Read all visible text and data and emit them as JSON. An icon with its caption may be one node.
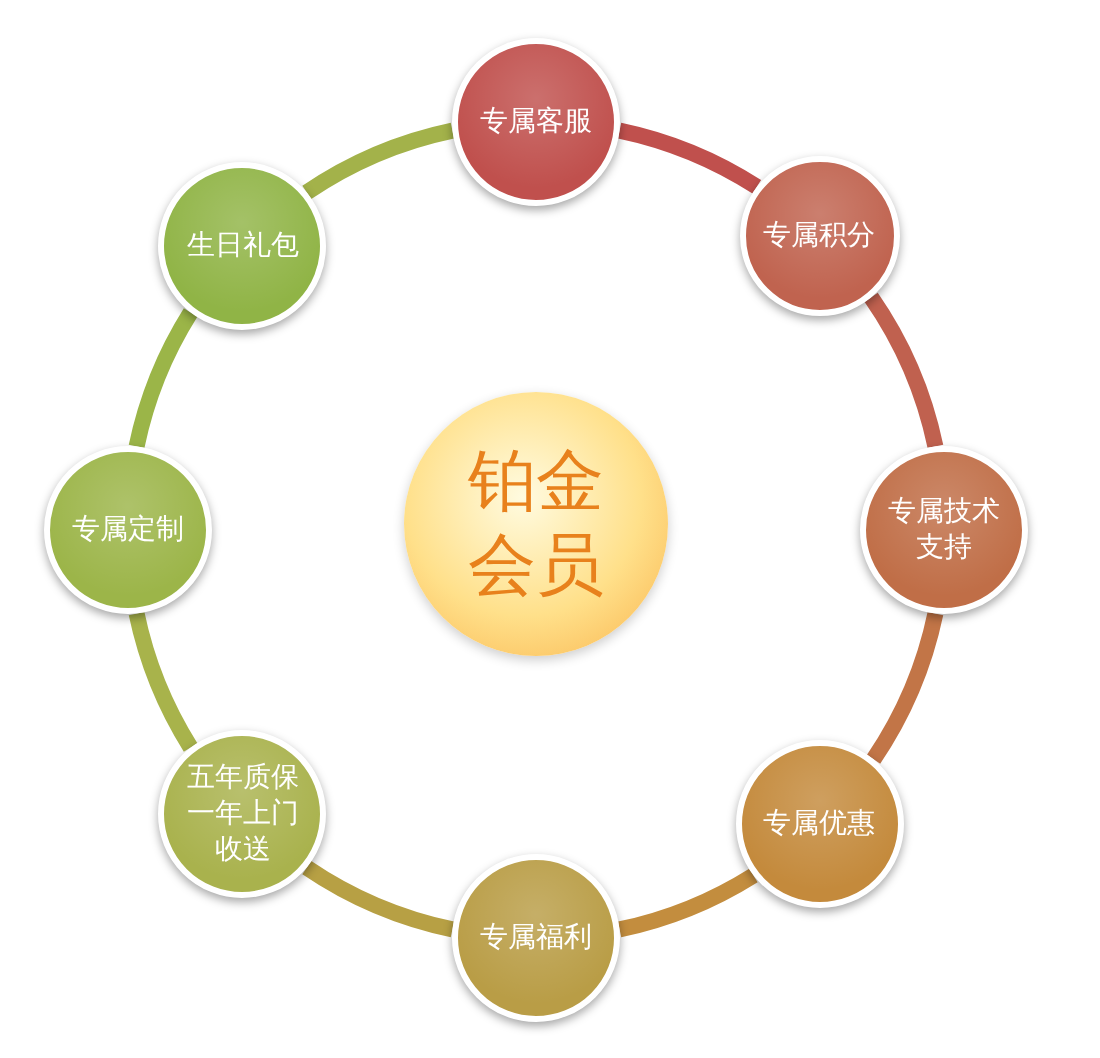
{
  "diagram": {
    "nodes": [
      {
        "text": [
          "铂金会员"
        ]
      },
      {
        "text": [
          "专属客服"
        ]
      },
      {
        "text": [
          "专属积分"
        ]
      },
      {
        "text": [
          "专属技术支持"
        ]
      },
      {
        "text": [
          "专属优惠"
        ]
      },
      {
        "text": [
          "专属福利"
        ]
      },
      {
        "text": [
          "五年质保",
          "一年上门收送"
        ]
      },
      {
        "text": [
          "专属定制"
        ]
      },
      {
        "text": [
          "生日礼包"
        ]
      }
    ],
    "edges": [
      {
        "from": 1,
        "to": 2,
        "arrow": "none",
        "color": "#c0504d"
      },
      {
        "from": 2,
        "to": 3,
        "arrow": "none",
        "color": "#c0614f"
      },
      {
        "from": 3,
        "to": 4,
        "arrow": "none",
        "color": "#c27547"
      },
      {
        "from": 4,
        "to": 5,
        "arrow": "none",
        "color": "#c38d3e"
      },
      {
        "from": 5,
        "to": 6,
        "arrow": "none",
        "color": "#b7a044"
      },
      {
        "from": 6,
        "to": 7,
        "arrow": "none",
        "color": "#a8b34b"
      },
      {
        "from": 7,
        "to": 8,
        "arrow": "none",
        "color": "#9bb548"
      },
      {
        "from": 8,
        "to": 1,
        "arrow": "none",
        "color": "#a3b24a"
      }
    ]
  }
}
